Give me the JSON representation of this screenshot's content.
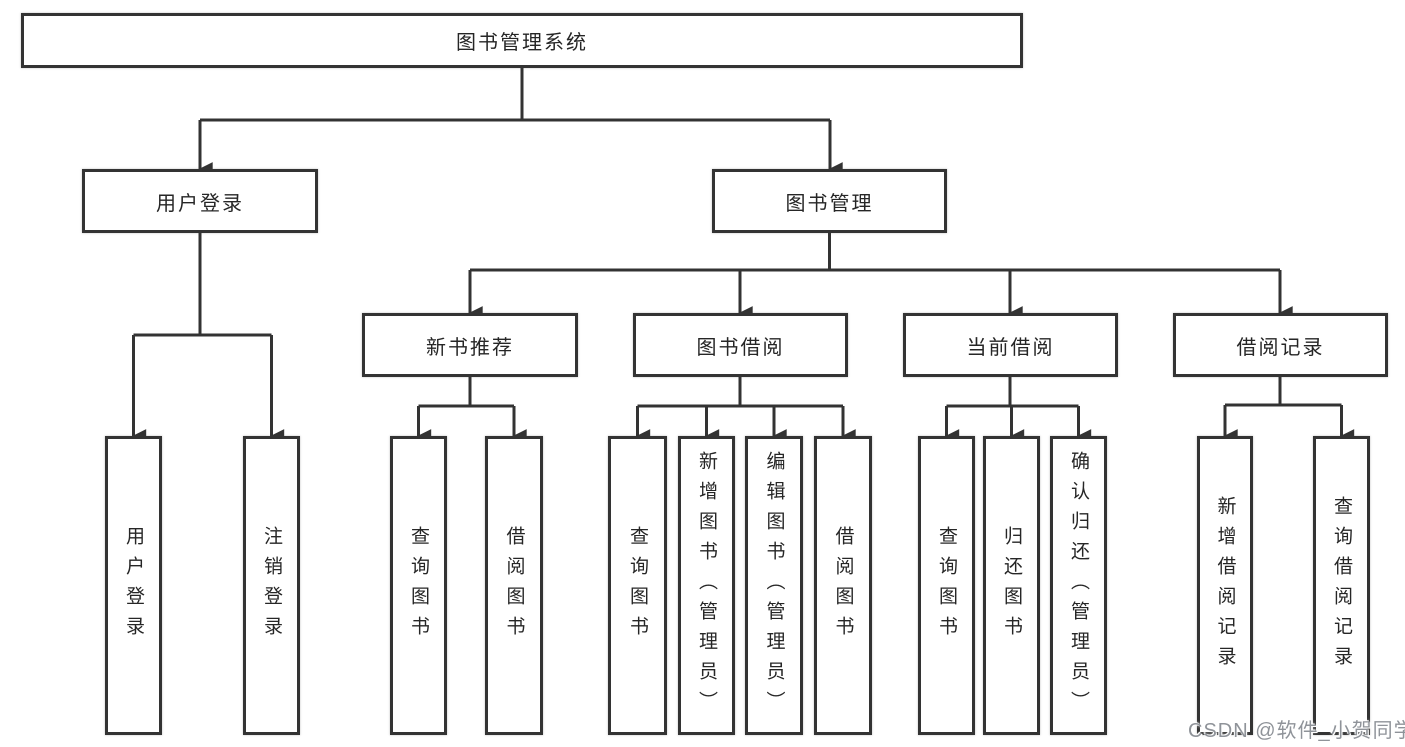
{
  "diagram_title": "图书管理系统",
  "nodes": {
    "root": {
      "label": "图书管理系统"
    },
    "level2": [
      {
        "label": "用户登录"
      },
      {
        "label": "图书管理"
      }
    ],
    "level3": [
      {
        "label": "新书推荐",
        "parent": "图书管理"
      },
      {
        "label": "图书借阅",
        "parent": "图书管理"
      },
      {
        "label": "当前借阅",
        "parent": "图书管理"
      },
      {
        "label": "借阅记录",
        "parent": "图书管理"
      }
    ],
    "leaves": [
      {
        "label": "用户登录",
        "parent": "用户登录"
      },
      {
        "label": "注销登录",
        "parent": "用户登录"
      },
      {
        "label": "查询图书",
        "parent": "新书推荐"
      },
      {
        "label": "借阅图书",
        "parent": "新书推荐"
      },
      {
        "label": "查询图书",
        "parent": "图书借阅"
      },
      {
        "label": "新增图书（管理员）",
        "parent": "图书借阅"
      },
      {
        "label": "编辑图书（管理员）",
        "parent": "图书借阅"
      },
      {
        "label": "借阅图书",
        "parent": "图书借阅"
      },
      {
        "label": "查询图书",
        "parent": "当前借阅"
      },
      {
        "label": "归还图书",
        "parent": "当前借阅"
      },
      {
        "label": "确认归还（管理员）",
        "parent": "当前借阅"
      },
      {
        "label": "新增借阅记录",
        "parent": "借阅记录"
      },
      {
        "label": "查询借阅记录",
        "parent": "借阅记录"
      }
    ]
  },
  "watermark": {
    "text": "CSDN @软件_小贺同学"
  },
  "colors": {
    "line": "#333333",
    "box_border": "#333333",
    "text": "#262626",
    "watermark": "#8f9399",
    "background": "#ffffff"
  }
}
